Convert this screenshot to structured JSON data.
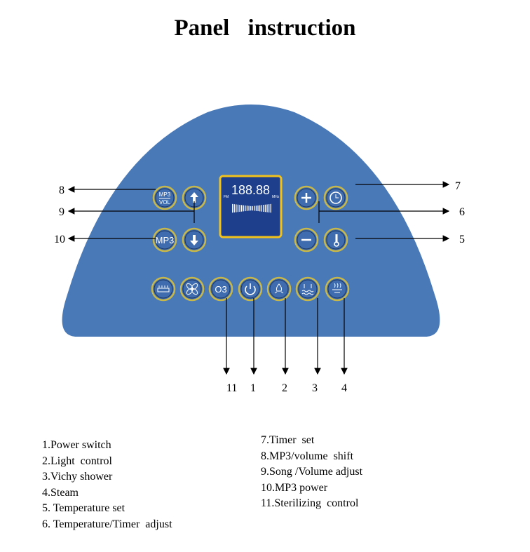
{
  "title": "Panel   instruction",
  "colors": {
    "panel": "#4a79b8",
    "button_ring": "#c8b84a",
    "button_fill": "#3f6cae",
    "display_border": "#f2c21a",
    "display_fill": "#1d3f8c"
  },
  "display": {
    "digits": "188.88",
    "fm": "FM",
    "mhz": "MHz"
  },
  "buttons": {
    "mp3_vol_top": "MP3",
    "mp3_vol_bottom": "VOL",
    "mp3": "MP3",
    "o3": "O3"
  },
  "callouts": {
    "n1": "1",
    "n2": "2",
    "n3": "3",
    "n4": "4",
    "n5": "5",
    "n6": "6",
    "n7": "7",
    "n8": "8",
    "n9": "9",
    "n10": "10",
    "n11": "11"
  },
  "legend_left": [
    "1.Power switch",
    "2.Light  control",
    "3.Vichy shower",
    "4.Steam",
    "5. Temperature set",
    "6. Temperature/Timer  adjust"
  ],
  "legend_right": [
    "7.Timer  set",
    "8.MP3/volume  shift",
    "9.Song /Volume adjust",
    "10.MP3 power",
    "11.Sterilizing  control"
  ]
}
